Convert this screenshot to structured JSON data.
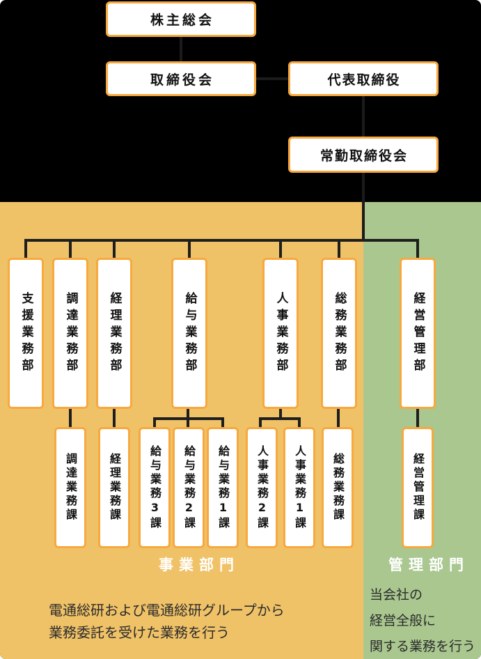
{
  "governance": [
    {
      "label": "株主総会"
    },
    {
      "label": "取締役会"
    },
    {
      "label": "代表取締役"
    },
    {
      "label": "常勤取締役会"
    }
  ],
  "departments": [
    {
      "label": "支援業務部"
    },
    {
      "label": "調達業務部"
    },
    {
      "label": "経理業務部"
    },
    {
      "label": "給与業務部"
    },
    {
      "label": "人事業務部"
    },
    {
      "label": "総務業務部"
    },
    {
      "label": "経営管理部"
    }
  ],
  "sub_departments": [
    {
      "label": "調達業務課"
    },
    {
      "label": "経理業務課"
    },
    {
      "label": "給与業務3課"
    },
    {
      "label": "給与業務2課"
    },
    {
      "label": "給与業務1課"
    },
    {
      "label": "人事業務2課"
    },
    {
      "label": "人事業務1課"
    },
    {
      "label": "総務業務課"
    },
    {
      "label": "経営管理課"
    }
  ],
  "sections": {
    "business": {
      "label": "事業部門",
      "note_lines": [
        "電通総研および電通総研グループから",
        "業務委託を受けた業務を行う"
      ],
      "background": "#F0C268"
    },
    "management": {
      "label": "管理部門",
      "note_lines": [
        "当会社の",
        "経営全般に",
        "関する業務を行う"
      ],
      "background": "#A9C78F"
    }
  },
  "colors": {
    "top_background": "#000000",
    "box_border": "#F7A83E",
    "box_fill": "#FFFFFF",
    "connector": "#1E1E1E",
    "section_label_text": "#FFFFFF",
    "note_text": "#2B2B2B"
  }
}
